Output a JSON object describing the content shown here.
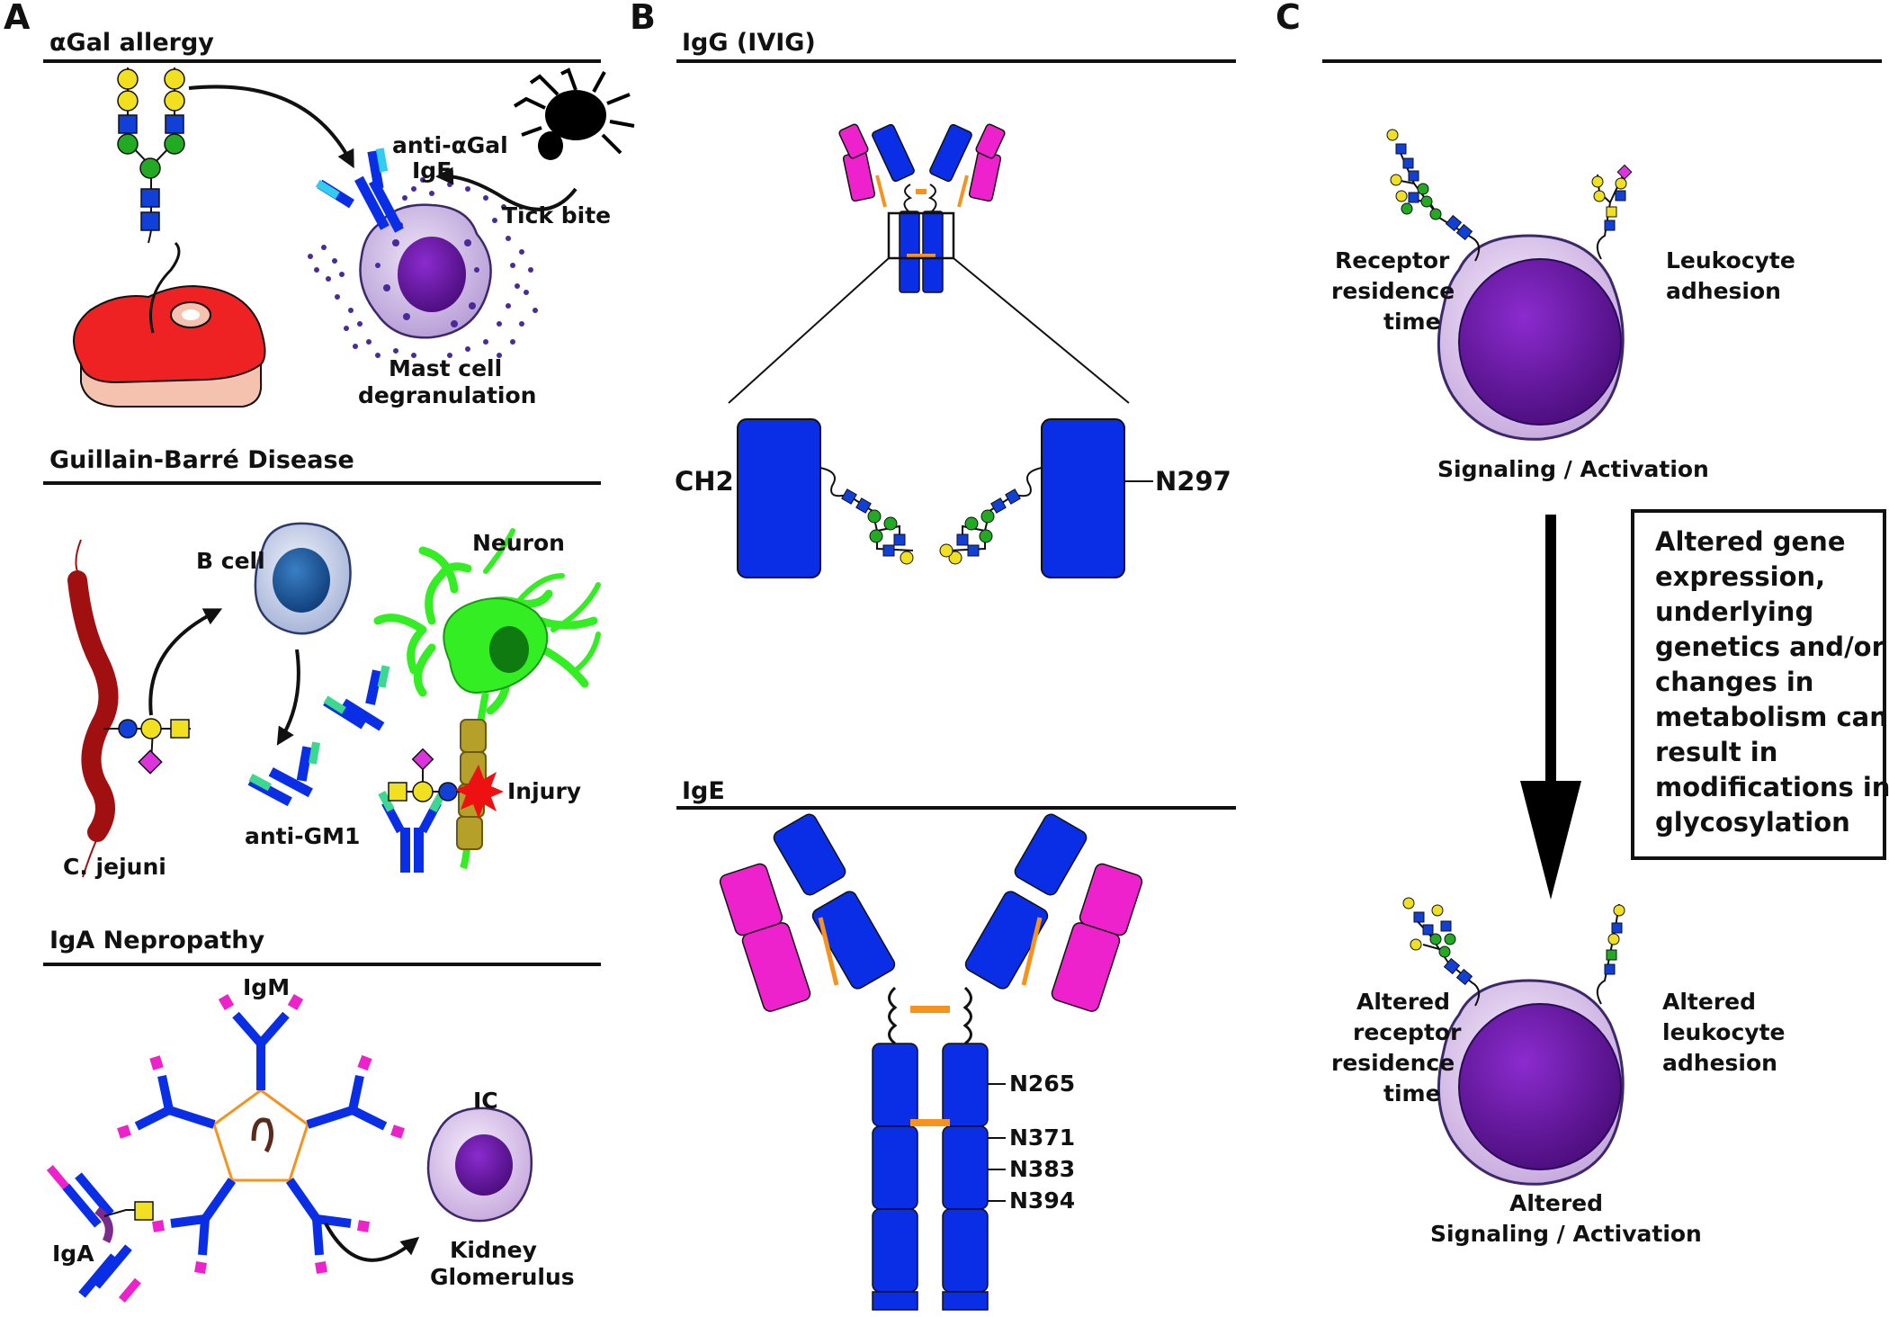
{
  "panel_a": {
    "letter": "A",
    "agal": {
      "heading": "αGal allergy",
      "antibody_line1": "anti-αGal",
      "antibody_line2": "IgE",
      "tick_label": "Tick bite",
      "mast_line1": "Mast cell",
      "mast_line2": "degranulation"
    },
    "gbs": {
      "heading": "Guillain-Barré Disease",
      "bcell_label": "B cell",
      "neuron_label": "Neuron",
      "bacterium_label": "C. jejuni",
      "antibody_label": "anti-GM1",
      "injury_label": "Injury"
    },
    "iga": {
      "heading": "IgA Nepropathy",
      "igm_label": "IgM",
      "iga_label": "IgA",
      "ic_label": "IC",
      "kidney_line1": "Kidney",
      "kidney_line2": "Glomerulus"
    }
  },
  "panel_b": {
    "letter": "B",
    "igg": {
      "heading": "IgG (IVIG)",
      "domain_label": "CH2",
      "site_label": "N297"
    },
    "ige": {
      "heading": "IgE",
      "sites": [
        "N265",
        "N371",
        "N383",
        "N394"
      ]
    }
  },
  "panel_c": {
    "letter": "C",
    "before": {
      "left_line1": "Receptor",
      "left_line2": "residence",
      "left_line3": "time",
      "right_line1": "Leukocyte",
      "right_line2": "adhesion",
      "bottom_line1": "Signaling / Activation"
    },
    "box_lines": [
      "Altered gene",
      "expression,",
      "underlying",
      "genetics and/or",
      "changes in",
      "metabolism can",
      "result in",
      "modifications in",
      "glycosylation"
    ],
    "after": {
      "left_line1": "Altered",
      "left_line2": "receptor",
      "left_line3": "residence",
      "left_line4": "time",
      "right_line1": "Altered",
      "right_line2": "leukocyte",
      "right_line3": "adhesion",
      "bottom_line1": "Altered",
      "bottom_line2": "Signaling / Activation"
    }
  },
  "colors": {
    "heavy_chain": "#0a2ee6",
    "light_chain": "#ee22cc",
    "disulfide": "#f5931e",
    "glcnac_square": "#1040d8",
    "mannose_circle": "#22aa22",
    "galactose_circle": "#f0e020",
    "sialic_diamond": "#dd33dd",
    "meat_red": "#ee2222",
    "cell_lilac": "#d9c3ec",
    "nucleus_purple": "#6a1aa0",
    "bcell_blue": "#1e5aa0",
    "neuron_green": "#33ee22",
    "bacterium_red": "#a01010"
  }
}
